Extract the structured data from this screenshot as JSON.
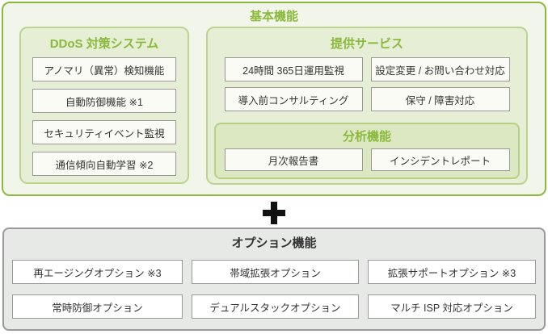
{
  "colors": {
    "green_accent": "#8bb93d",
    "basic_bg": "#f2f6ea",
    "panel_bg": "#e6eed5",
    "panel_border": "#bcd48e",
    "analysis_bg": "#dce8c2",
    "analysis_border": "#b7d084",
    "item_bg": "#fbfbf6",
    "item_border": "#999999",
    "options_bg": "#e6e9e6",
    "option_item_bg": "#ffffff",
    "text_dark": "#333333",
    "plus_color": "#111111"
  },
  "basic": {
    "title": "基本機能",
    "ddos": {
      "title": "DDoS 対策システム",
      "items": [
        "アノマリ（異常）検知機能",
        "自動防御機能 ※1",
        "セキュリティイベント監視",
        "通信傾向自動学習 ※2"
      ]
    },
    "services": {
      "title": "提供サービス",
      "items": [
        "24時間 365日運用監視",
        "設定変更 / お問い合わせ対応",
        "導入前コンサルティング",
        "保守 / 障害対応"
      ],
      "analysis": {
        "title": "分析機能",
        "items": [
          "月次報告書",
          "インシデントレポート"
        ]
      }
    }
  },
  "separator": {
    "plus_icon": "+"
  },
  "options": {
    "title": "オプション機能",
    "items": [
      "再エージングオプション ※3",
      "帯域拡張オプション",
      "拡張サポートオプション ※3",
      "常時防御オプション",
      "デュアルスタックオプション",
      "マルチ ISP 対応オプション"
    ]
  }
}
